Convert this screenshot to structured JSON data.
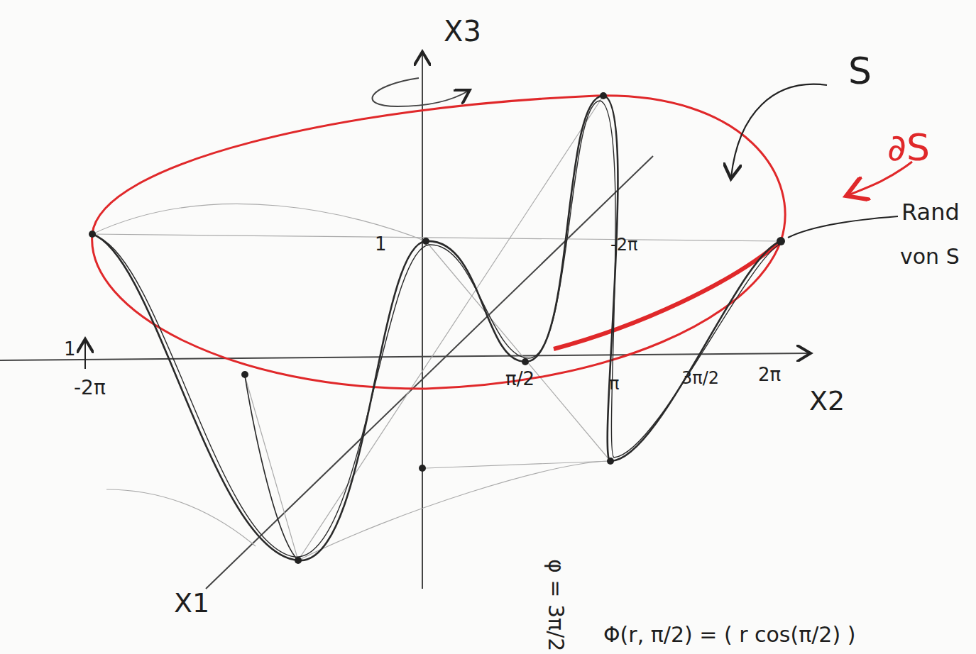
{
  "diagram": {
    "labels": [
      "X3",
      "S",
      "∂S",
      "Rand",
      "von S",
      "1",
      "-2π",
      "π/2",
      "π",
      "3π/2",
      "2π",
      "X2",
      "-2π",
      "1",
      "X1",
      "φ = 3π/2",
      "Φ(r, π/2) = ( r cos(π/2) )"
    ]
  }
}
